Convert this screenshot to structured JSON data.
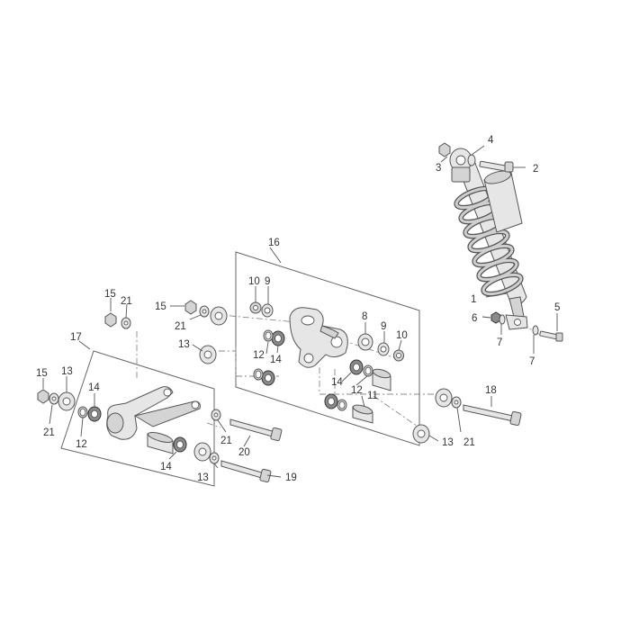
{
  "callouts": {
    "c1": "1",
    "c2": "2",
    "c3": "3",
    "c4": "4",
    "c5": "5",
    "c6": "6",
    "c7a": "7",
    "c7b": "7",
    "c8": "8",
    "c9a": "9",
    "c9b": "9",
    "c10a": "10",
    "c10b": "10",
    "c11": "11",
    "c12a": "12",
    "c12b": "12",
    "c12c": "12",
    "c13a": "13",
    "c13b": "13",
    "c13c": "13",
    "c13d": "13",
    "c14a": "14",
    "c14b": "14",
    "c14c": "14",
    "c14d": "14",
    "c15a": "15",
    "c15b": "15",
    "c15c": "15",
    "c16": "16",
    "c17": "17",
    "c18": "18",
    "c19": "19",
    "c20": "20",
    "c21a": "21",
    "c21b": "21",
    "c21c": "21",
    "c21d": "21",
    "c21e": "21"
  }
}
